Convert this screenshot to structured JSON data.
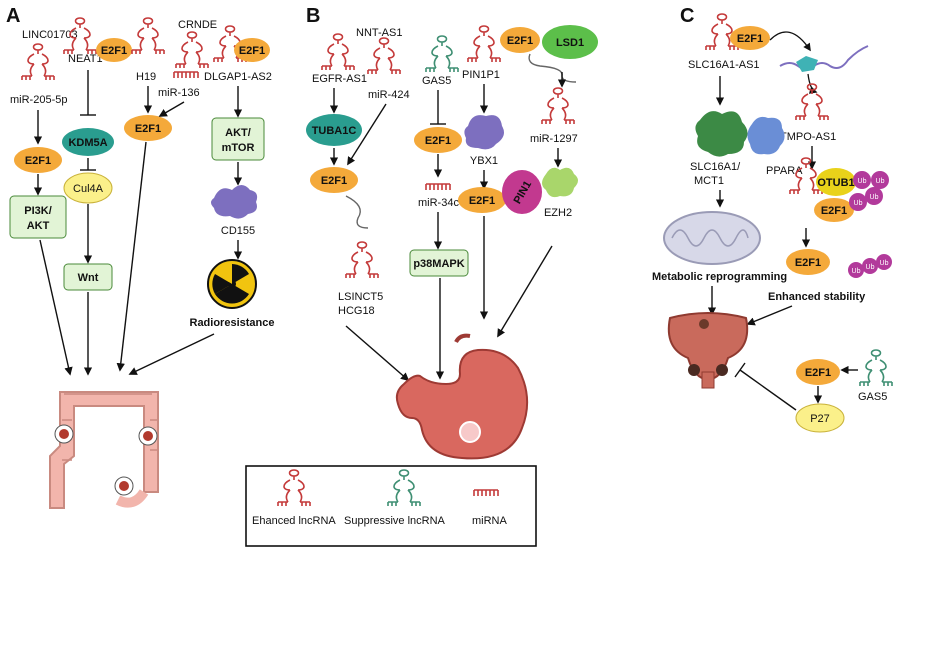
{
  "panels": {
    "a": "A",
    "b": "B",
    "c": "C"
  },
  "panelA": {
    "linc01703": "LINC01703",
    "crnde": "CRNDE",
    "neat1": "NEAT1",
    "h19": "H19",
    "dlgap1": "DLGAP1-AS2",
    "mir205": "miR-205-5p",
    "mir136": "miR-136",
    "e2f1": "E2F1",
    "kdm5a": "KDM5A",
    "cul4a": "Cul4A",
    "wnt": "Wnt",
    "pi3k_1": "PI3K/",
    "pi3k_2": "AKT",
    "akt_1": "AKT/",
    "akt_2": "mTOR",
    "cd155": "CD155",
    "radio": "Radioresistance"
  },
  "panelB": {
    "nntas1": "NNT-AS1",
    "egfras1": "EGFR-AS1",
    "mir424": "miR-424",
    "gas5": "GAS5",
    "pin1p1": "PIN1P1",
    "e2f1": "E2F1",
    "lsd1": "LSD1",
    "tuba1c": "TUBA1C",
    "ybx1": "YBX1",
    "mir1297": "miR-1297",
    "mir34c": "miR-34c",
    "pin1": "PIN1",
    "ezh2": "EZH2",
    "p38": "p38MAPK",
    "lsinct5": "LSINCT5",
    "hcg18": "HCG18"
  },
  "panelC": {
    "slc16a1as1": "SLC16A1-AS1",
    "e2f1": "E2F1",
    "tmpoas1": "TMPO-AS1",
    "slc_1": "SLC16A1/",
    "slc_2": "MCT1",
    "ppara": "PPARA",
    "otub1": "OTUB1",
    "ub": "Ub",
    "metabolic": "Metabolic reprogramming",
    "stability": "Enhanced stability",
    "p27": "P27",
    "gas5": "GAS5"
  },
  "legend": {
    "enhanced": "Ehanced lncRNA",
    "suppressive": "Suppressive lncRNA",
    "mirna": "miRNA"
  },
  "colors": {
    "e2f1": "#f4a93a",
    "kdm5a": "#2a9d8f",
    "greenbox": "#e2f4d6",
    "cul4a": "#fbf08a",
    "lsd1": "#5cbf4a",
    "pin1": "#c2398f",
    "otub1": "#e9d21a",
    "ub": "#b23a9b",
    "lncrna": "#c43a3a",
    "suppressive": "#3f8f73"
  }
}
